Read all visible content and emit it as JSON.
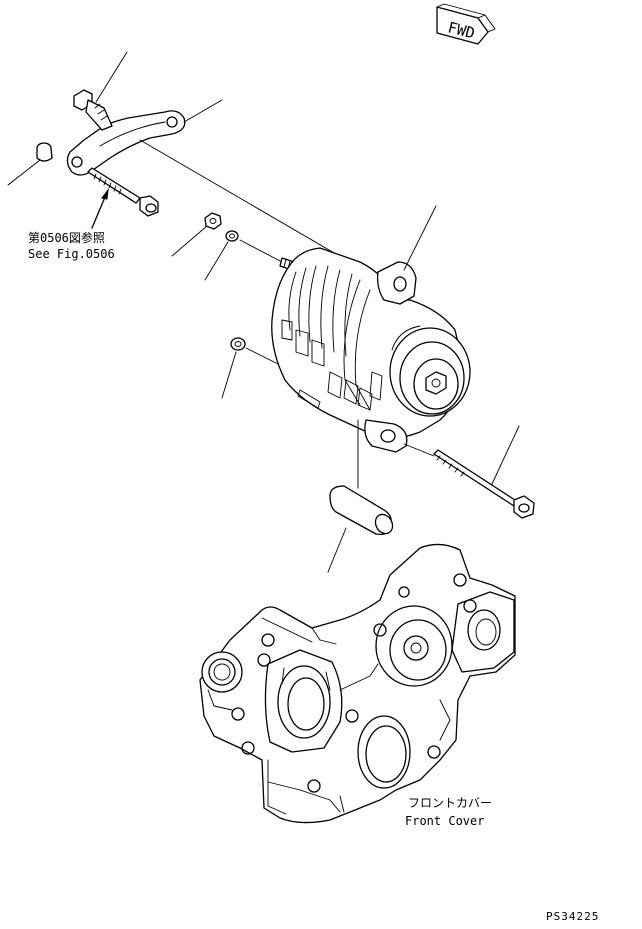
{
  "fwd_label": "FWD",
  "fig_ref_jp": "第0506図参照",
  "fig_ref_en": "See Fig.0506",
  "front_cover_jp": "フロントカバー",
  "front_cover_en": "Front Cover",
  "drawing_code": "PS34225"
}
